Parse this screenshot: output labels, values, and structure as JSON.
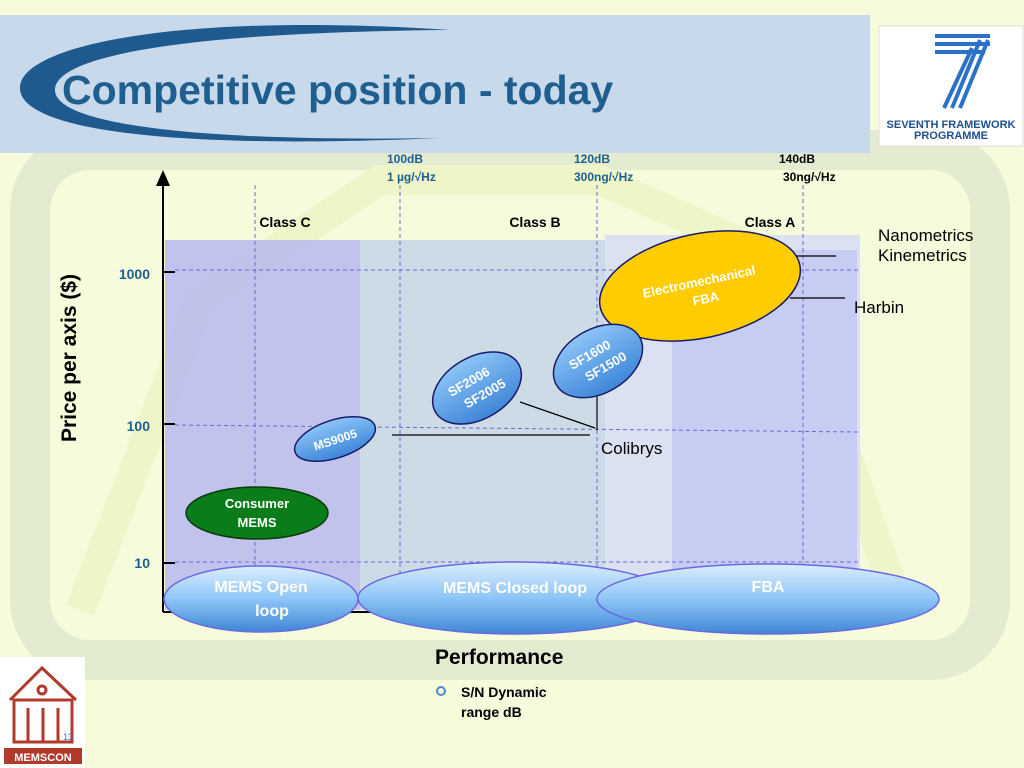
{
  "title": "Competitive position - today",
  "logo_fp7": {
    "line1": "SEVENTH FRAMEWORK",
    "line2": "PROGRAMME",
    "numeral": "7"
  },
  "logo_memscon": {
    "text": "MEMSCON"
  },
  "slide_number": "13",
  "axes": {
    "y_label": "Price per axis ($)",
    "y_ticks": [
      "1000",
      "100",
      "10"
    ],
    "x_label": "Performance",
    "x_bullet": [
      "S/N Dynamic",
      "range dB"
    ]
  },
  "perf_markers": [
    {
      "line1": "100dB",
      "line2": "1 µg/√Hz"
    },
    {
      "line1": "120dB",
      "line2": "300ng/√Hz"
    },
    {
      "line1": "140dB",
      "line2": "30ng/√Hz"
    }
  ],
  "classes": [
    "Class C",
    "Class B",
    "Class A"
  ],
  "categories": [
    {
      "line1": "MEMS Open",
      "line2": "loop"
    },
    {
      "line1": "MEMS Closed loop",
      "line2": ""
    },
    {
      "line1": "FBA",
      "line2": ""
    }
  ],
  "products": {
    "consumer": {
      "line1": "Consumer",
      "line2": "MEMS"
    },
    "ms9005": "MS9005",
    "sf2006": {
      "line1": "SF2006",
      "line2": "SF2005"
    },
    "sf1600": {
      "line1": "SF1600",
      "line2": "SF1500"
    },
    "electro": {
      "line1": "Electromechanical",
      "line2": "FBA"
    }
  },
  "companies": {
    "nanometrics": "Nanometrics",
    "kinemetrics": "Kinemetrics",
    "harbin": "Harbin",
    "colibrys": "Colibrys"
  },
  "colors": {
    "title": "#1f5f8f",
    "header_bg": "#c8d9ec",
    "band_c": "#b8b9ee",
    "band_b": "#c8d7e6",
    "electro_fill": "#ffcc00",
    "consumer_fill": "#0a7d1a",
    "bubble_fill": "#5ea2ea"
  }
}
